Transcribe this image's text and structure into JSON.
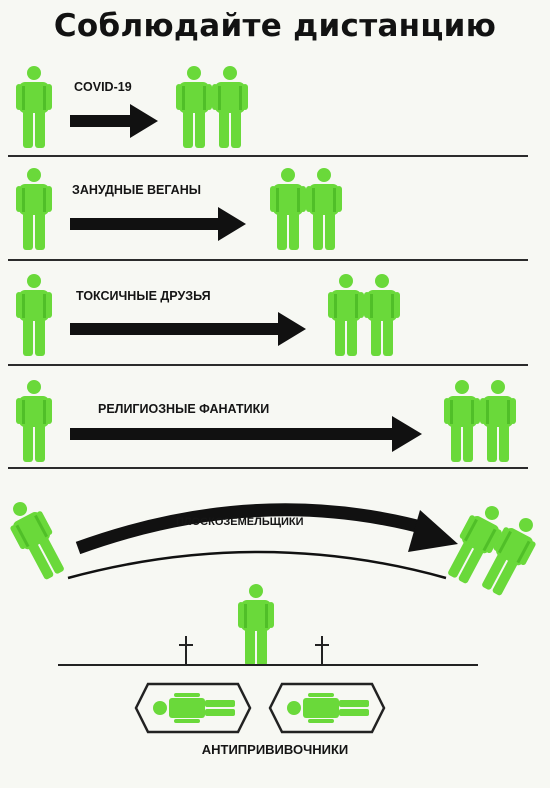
{
  "title": "Соблюдайте дистанцию",
  "colors": {
    "figure": "#6ad93a",
    "figure_dark": "#3fae1d",
    "ink": "#111111",
    "background": "#f7f8f3"
  },
  "rows": [
    {
      "label": "COVID-19"
    },
    {
      "label": "ЗАНУДНЫЕ ВЕГАНЫ"
    },
    {
      "label": "ТОКСИЧНЫЕ ДРУЗЬЯ"
    },
    {
      "label": "РЕЛИГИОЗНЫЕ ФАНАТИКИ"
    },
    {
      "label": "ПЛОСКОЗЕМЕЛЬЩИКИ"
    }
  ],
  "bottom": {
    "label": "АНТИПРИВИВОЧНИКИ"
  },
  "icons": [
    "person-icon",
    "arrow-right-icon",
    "curved-arrow-icon",
    "cross-icon",
    "coffin-icon"
  ]
}
